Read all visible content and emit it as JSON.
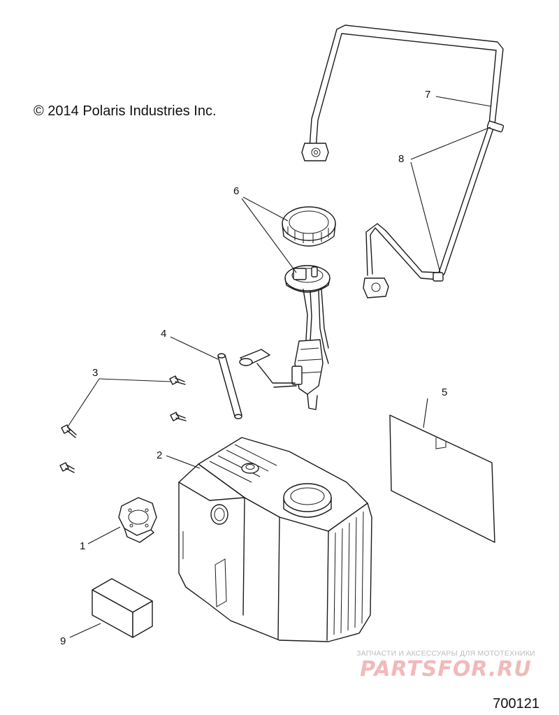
{
  "copyright": "© 2014 Polaris Industries Inc.",
  "diagram_id": "700121",
  "watermark": {
    "tagline": "ЗАПЧАСТИ И АКСЕССУАРЫ ДЛЯ МОТОТЕХНИКИ",
    "logo": "PARTSFOR.RU"
  },
  "callouts": [
    "1",
    "2",
    "3",
    "4",
    "5",
    "6",
    "7",
    "8",
    "9"
  ],
  "colors": {
    "line": "#1a1a1a",
    "background": "#ffffff",
    "watermark": "#f2b9b9"
  }
}
